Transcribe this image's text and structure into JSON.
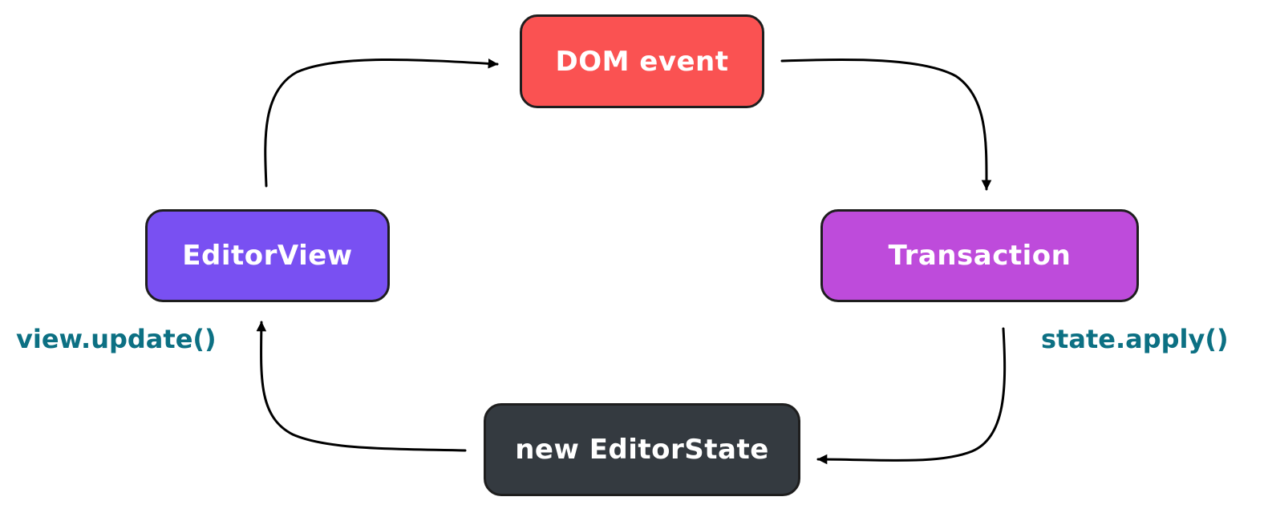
{
  "nodes": {
    "dom_event": {
      "label": "DOM event",
      "color": "#fa5252"
    },
    "editor_view": {
      "label": "EditorView",
      "color": "#7950f2"
    },
    "transaction": {
      "label": "Transaction",
      "color": "#be4bdb"
    },
    "editor_state": {
      "label": "new EditorState",
      "color": "#343a40"
    }
  },
  "edge_labels": {
    "view_update": "view.update()",
    "state_apply": "state.apply()"
  },
  "colors": {
    "stroke": "#1e1e1e",
    "edge_label": "#0c7083"
  }
}
